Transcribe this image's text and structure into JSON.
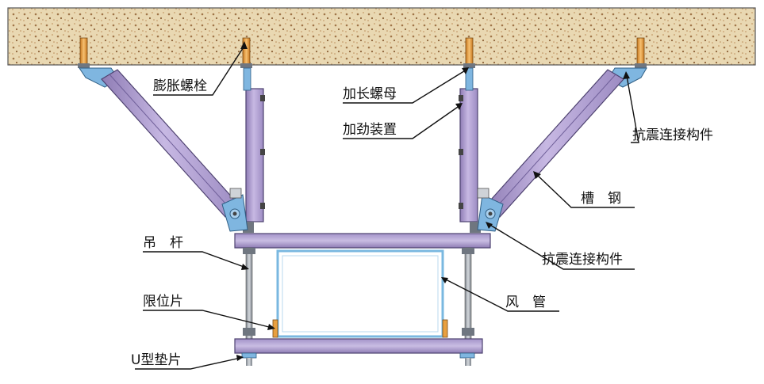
{
  "labels": {
    "expansion_bolt": "膨胀螺栓",
    "long_nut": "加长螺母",
    "stiffener": "加劲装置",
    "seismic_connector_top": "抗震连接构件",
    "channel_steel": "槽　钢",
    "seismic_connector_mid": "抗震连接构件",
    "hanger_rod": "吊　杆",
    "limit_plate": "限位片",
    "duct": "风　管",
    "u_washer": "U型垫片"
  },
  "colors": {
    "concrete": "#e8d7b0",
    "concrete_speck": "#a0764a",
    "steel": "#b8a7d6",
    "steel_dark": "#8f7db5",
    "steel_edge": "#5c4e80",
    "bracket": "#7fb6e0",
    "bolt": "#e8a040",
    "duct_outline": "#7ab8e0",
    "rod": "#9aa0a8"
  }
}
